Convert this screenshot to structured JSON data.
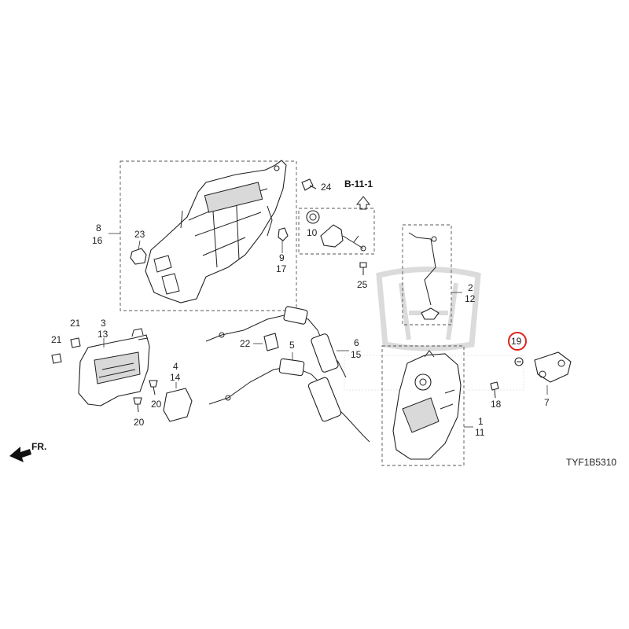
{
  "labels": {
    "l1": "1",
    "l2": "2",
    "l3": "3",
    "l4": "4",
    "l5": "5",
    "l6": "6",
    "l7": "7",
    "l8": "8",
    "l9": "9",
    "l10": "10",
    "l11": "11",
    "l12": "12",
    "l13": "13",
    "l14": "14",
    "l15": "15",
    "l16": "16",
    "l17": "17",
    "l18": "18",
    "l19": "19",
    "l20a": "20",
    "l20b": "20",
    "l21a": "21",
    "l21b": "21",
    "l22": "22",
    "l23": "23",
    "l24": "24",
    "l25": "25"
  },
  "reference": "B-11-1",
  "direction": "FR.",
  "figure_code": "TYF1B5310",
  "highlight_color": "#e0201c"
}
